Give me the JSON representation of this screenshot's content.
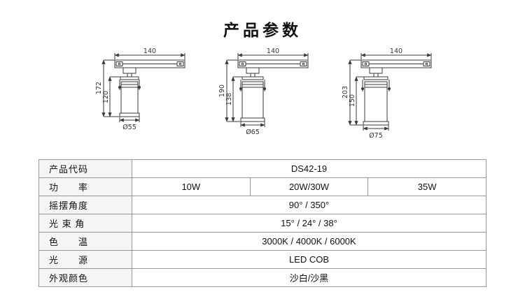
{
  "page_title": "产品参数",
  "drawings": [
    {
      "top_width": "140",
      "overall_height": "172",
      "body_height": "120",
      "diameter": "Ø55"
    },
    {
      "top_width": "140",
      "overall_height": "190",
      "body_height": "138",
      "diameter": "Ø65"
    },
    {
      "top_width": "140",
      "overall_height": "203",
      "body_height": "150",
      "diameter": "Ø75"
    }
  ],
  "table": {
    "rows": [
      {
        "label": "产品代码",
        "values": [
          "DS42-19"
        ]
      },
      {
        "label": "功　　率",
        "values": [
          "10W",
          "20W/30W",
          "35W"
        ]
      },
      {
        "label": "摇摆角度",
        "values": [
          "90° / 350°"
        ]
      },
      {
        "label": "光 束 角",
        "values": [
          "15° / 24° / 38°"
        ]
      },
      {
        "label": "色　　温",
        "values": [
          "3000K / 4000K / 6000K"
        ]
      },
      {
        "label": "光　　源",
        "values": [
          "LED COB"
        ]
      },
      {
        "label": "外观颜色",
        "values": [
          "沙白/沙黑"
        ]
      }
    ]
  }
}
